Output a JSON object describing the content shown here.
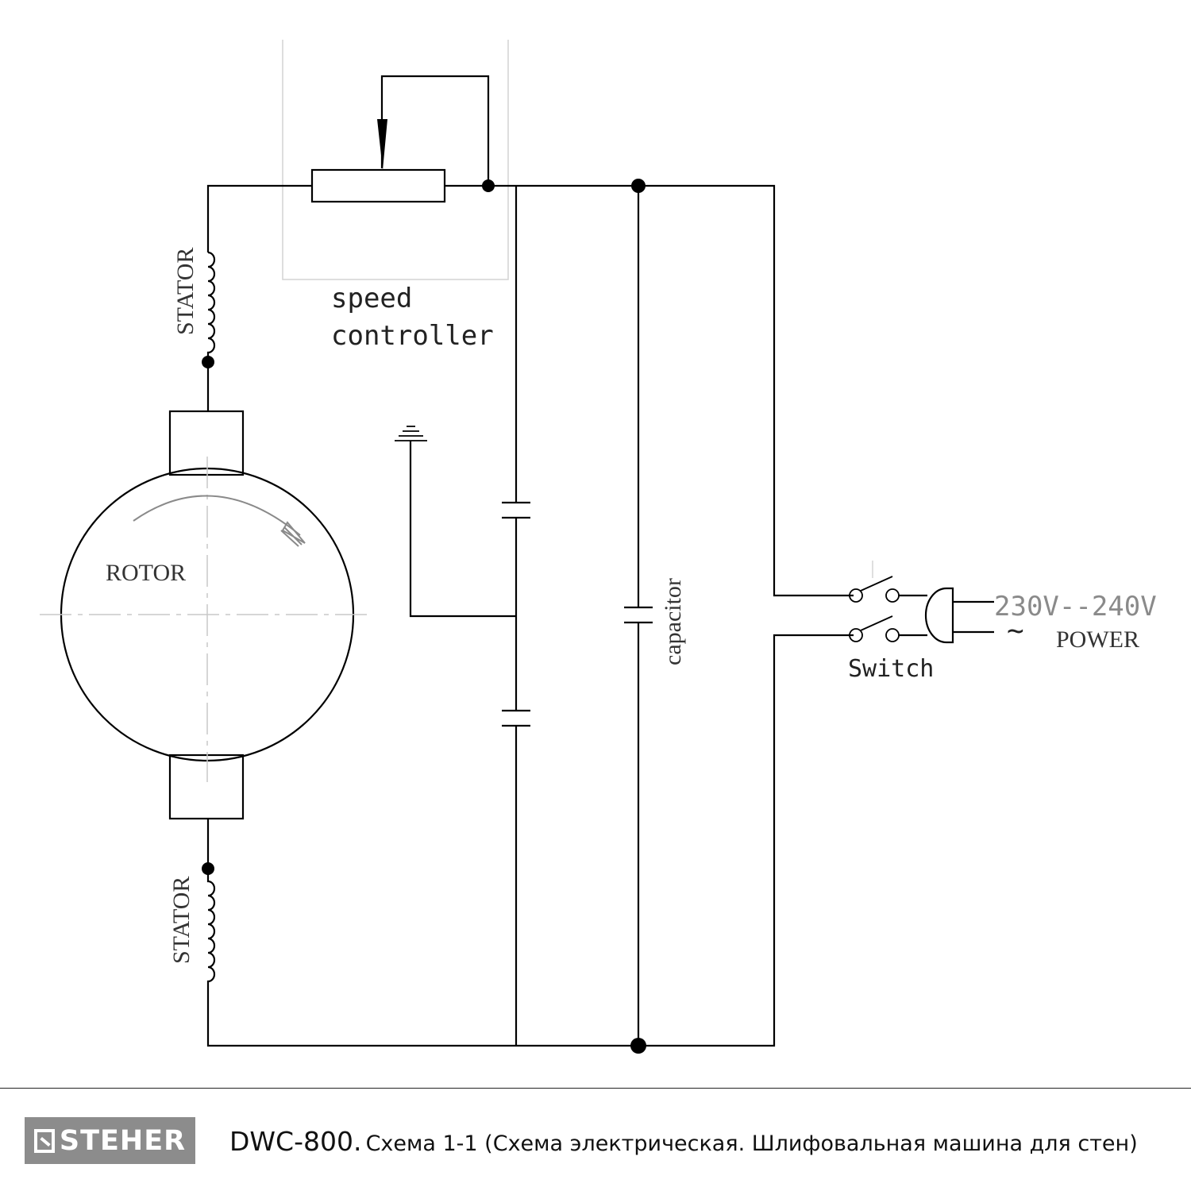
{
  "labels": {
    "stator_top": "STATOR",
    "stator_bottom": "STATOR",
    "speed_controller_line1": "speed",
    "speed_controller_line2": "controller",
    "rotor": "ROTOR",
    "capacitor": "capacitor",
    "switch": "Switch",
    "voltage": "230V--240V",
    "ac_symbol": "~",
    "power": "POWER"
  },
  "footer": {
    "brand": "STEHER",
    "model": "DWC-800.",
    "description": "Схема 1-1 (Схема электрическая. Шлифовальная машина для стен)"
  }
}
